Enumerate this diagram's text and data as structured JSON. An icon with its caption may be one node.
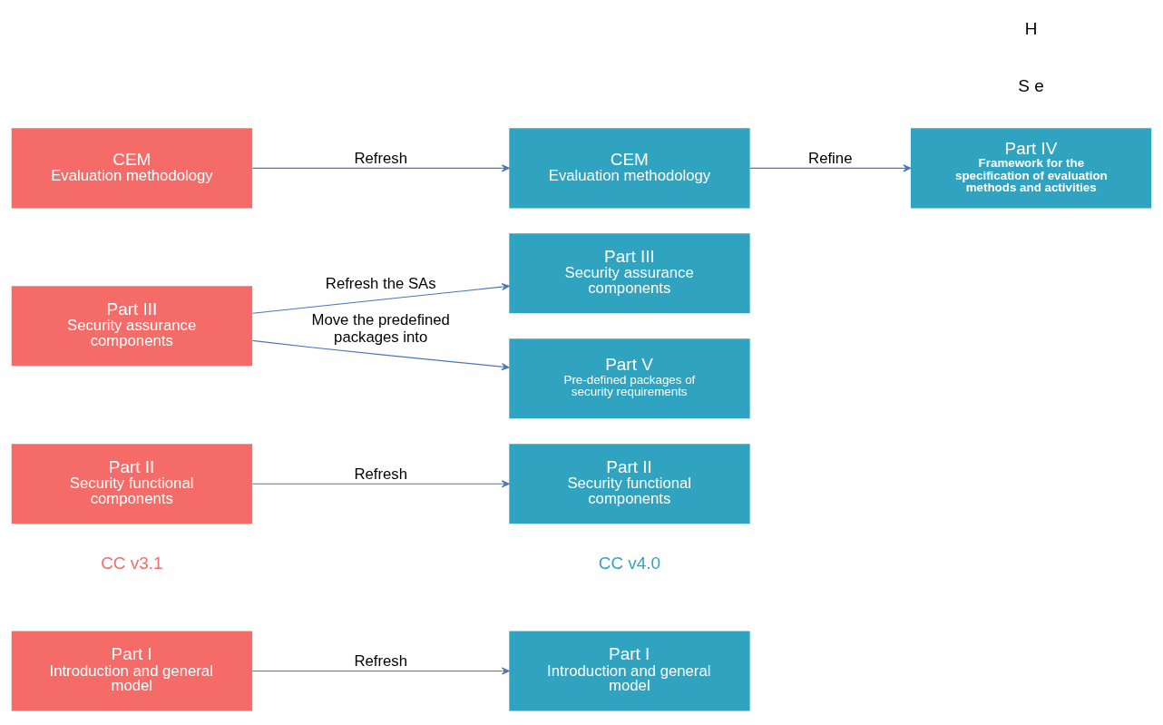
{
  "diagram": {
    "nodes": [
      {
        "text": [
          "Part I",
          "Introduction and general model"
        ]
      },
      {
        "text": [
          "Part II",
          "Security functional components"
        ]
      },
      {
        "text": [
          "Part III",
          "Security assurance components"
        ]
      },
      {
        "text": [
          "CEM",
          "Evaluation methodology"
        ]
      },
      {
        "text": [
          "Part I",
          "Introduction and general model"
        ]
      },
      {
        "text": [
          "Part II",
          "Security functional components"
        ]
      },
      {
        "text": [
          "Part III",
          "Security assurance components"
        ]
      },
      {
        "text": [
          "Part V",
          "Pre-defined packages of security requirements"
        ]
      },
      {
        "text": [
          "CEM",
          "Evaluation methodology"
        ]
      },
      {
        "text": [
          "Part IV",
          "Framework for the specification of evaluation methods and activities"
        ]
      }
    ],
    "edges": [
      {
        "from": 0,
        "to": 4,
        "arrow": "to",
        "label": "Refresh"
      },
      {
        "from": 1,
        "to": 5,
        "arrow": "to",
        "label": "Refresh"
      },
      {
        "from": 2,
        "to": 6,
        "arrow": "to",
        "label": "Refresh the SAs"
      },
      {
        "from": 2,
        "to": 7,
        "arrow": "to",
        "label": "Move the predefined packages into"
      },
      {
        "from": 3,
        "to": 8,
        "arrow": "to",
        "label": "Refresh"
      },
      {
        "from": 8,
        "to": 9,
        "arrow": "to",
        "label": "Refine"
      }
    ],
    "labels": [
      "CC v3.1",
      "CC v4.0",
      "S e",
      "H"
    ]
  }
}
